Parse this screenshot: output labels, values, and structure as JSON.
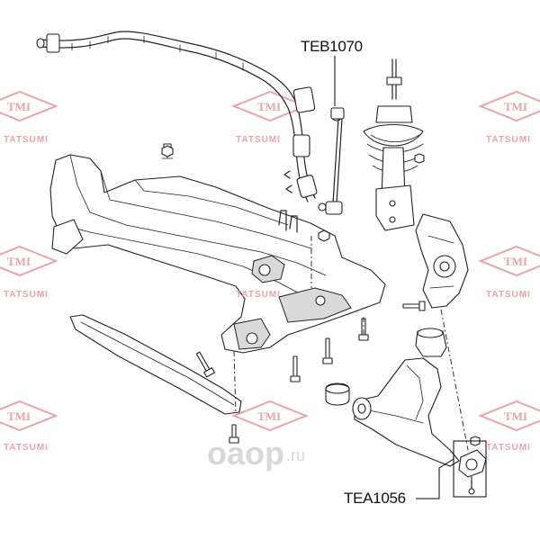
{
  "labels": {
    "part1": "TEB1070",
    "part2": "TEA1056"
  },
  "watermark": {
    "logo_text": "TMI",
    "brand_text": "TATSUMI",
    "site_text_prefix": "oaop",
    "site_text_suffix": ".ru",
    "logo_color": "#e9a3ab",
    "site_color": "#d8d8d8"
  }
}
